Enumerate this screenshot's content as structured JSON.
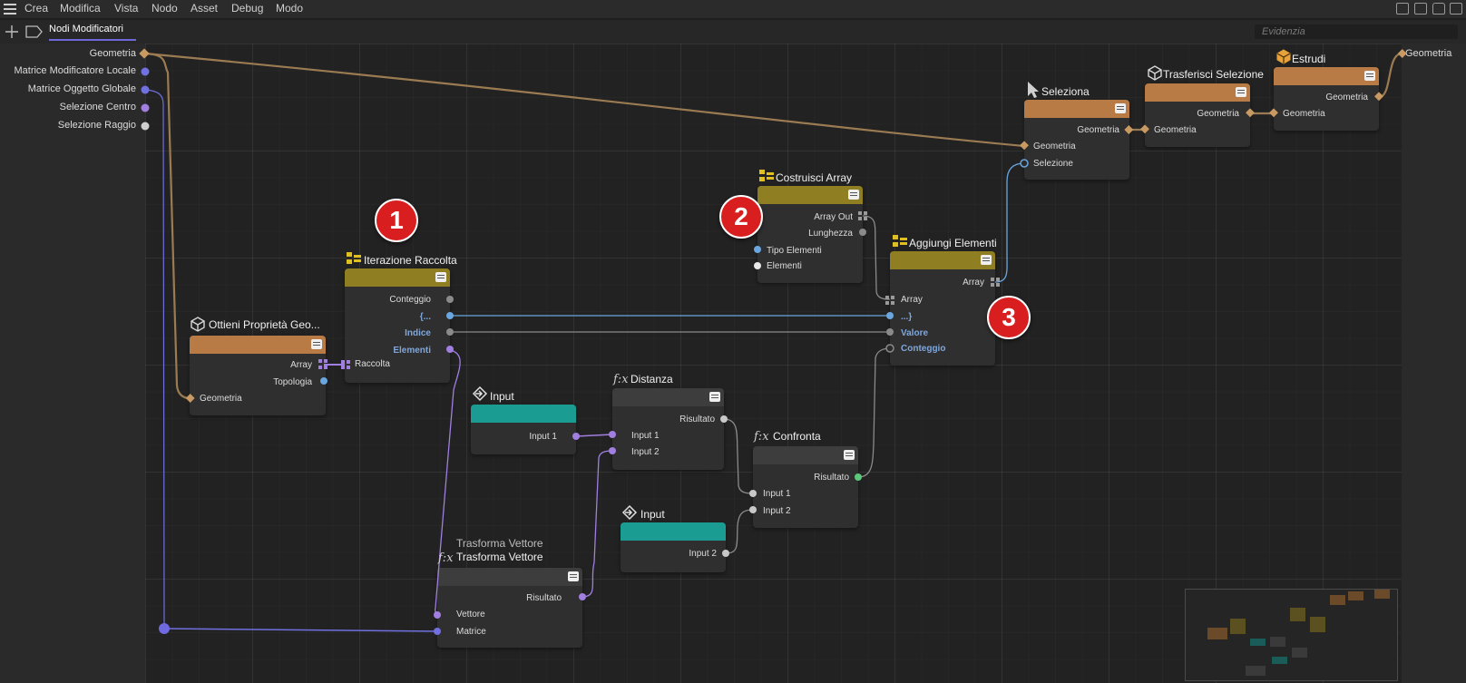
{
  "menu": [
    "Crea",
    "Modifica",
    "Vista",
    "Nodo",
    "Asset",
    "Debug",
    "Modo"
  ],
  "tab": {
    "label": "Nodi Modificatori"
  },
  "search": {
    "placeholder": "Evidenzia"
  },
  "left_ports": [
    "Geometria",
    "Matrice Modificatore Locale",
    "Matrice Oggetto Globale",
    "Selezione Centro",
    "Selezione Raggio"
  ],
  "right_ports": [
    "Geometria"
  ],
  "badges": [
    "1",
    "2",
    "3"
  ],
  "nodes": {
    "iterazione": {
      "title": "Iterazione Raccolta",
      "conteggio": "Conteggio",
      "bracket_open": "{...",
      "indice": "Indice",
      "elementi": "Elementi",
      "raccolta": "Raccolta"
    },
    "ottieni": {
      "title": "Ottieni Proprietà Geo...",
      "array": "Array",
      "topologia": "Topologia",
      "geometria": "Geometria"
    },
    "costruisci": {
      "title": "Costruisci Array",
      "array_out": "Array Out",
      "lunghezza": "Lunghezza",
      "tipo": "Tipo Elementi",
      "elementi": "Elementi"
    },
    "aggiungi": {
      "title": "Aggiungi Elementi",
      "array_out": "Array",
      "array_in": "Array",
      "bracket_close": "...}",
      "valore": "Valore",
      "conteggio": "Conteggio"
    },
    "seleziona": {
      "title": "Seleziona",
      "geometria_out": "Geometria",
      "geometria_in": "Geometria",
      "selezione": "Selezione"
    },
    "trasferisci": {
      "title": "Trasferisci Selezione",
      "geometria_out": "Geometria",
      "geometria_in": "Geometria"
    },
    "estrudi": {
      "title": "Estrudi",
      "geometria_out": "Geometria",
      "geometria_in": "Geometria"
    },
    "input1": {
      "title": "Input",
      "port": "Input 1"
    },
    "input2": {
      "title": "Input",
      "port": "Input 2"
    },
    "distanza": {
      "title": "Distanza",
      "risultato": "Risultato",
      "in1": "Input 1",
      "in2": "Input 2"
    },
    "confronta": {
      "title": "Confronta",
      "risultato": "Risultato",
      "in1": "Input 1",
      "in2": "Input 2"
    },
    "trasforma": {
      "caption": "Trasforma Vettore",
      "title": "Trasforma Vettore",
      "risultato": "Risultato",
      "vettore": "Vettore",
      "matrice": "Matrice"
    }
  },
  "colors": {
    "orange_header": "#b87b45",
    "olive_header": "#8f7f22",
    "teal_header": "#1a9c93",
    "gray_header": "#3d3d3d",
    "badge": "#d81e1e",
    "wire_geometry": "#9b7b52",
    "wire_purple": "#a07fe0",
    "wire_blue": "#6aa6e0",
    "wire_gray": "#8a8a8a"
  }
}
